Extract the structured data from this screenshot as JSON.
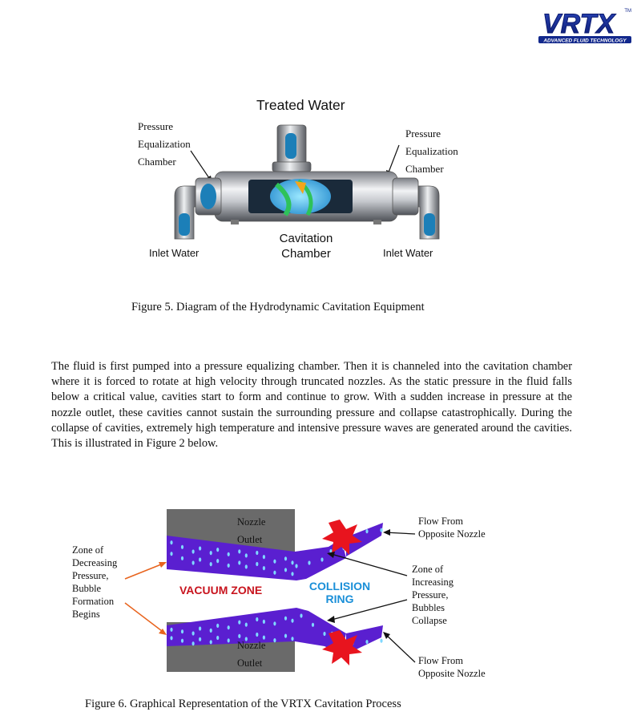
{
  "logo": {
    "brand": "VRTX",
    "tagline": "ADVANCED FLUID TECHNOLOGY",
    "tm": "TM"
  },
  "figure5": {
    "title": "Treated Water",
    "pressure_left": [
      "Pressure",
      "Equalization",
      "Chamber"
    ],
    "pressure_right": [
      "Pressure",
      "Equalization",
      "Chamber"
    ],
    "inlet_left": "Inlet Water",
    "inlet_right": "Inlet Water",
    "cavitation": [
      "Cavitation",
      "Chamber"
    ],
    "caption": "Figure 5.  Diagram of the Hydrodynamic Cavitation Equipment"
  },
  "paragraph": "The fluid is first pumped into a pressure equalizing chamber.  Then it is channeled into the cavitation chamber where it is forced to rotate at high velocity through truncated nozzles.  As the static pressure in the fluid falls below a critical value, cavities start to form and continue to grow. With a sudden increase in pressure at the nozzle outlet, these cavities cannot sustain the surrounding pressure and collapse catastrophically. During the collapse of cavities, extremely high temperature and intensive pressure waves are generated around the cavities.  This is illustrated in Figure 2 below.",
  "figure6": {
    "nozzle_top": [
      "Nozzle",
      "Outlet"
    ],
    "nozzle_bottom": [
      "Nozzle",
      "Outlet"
    ],
    "vacuum_zone": "VACUUM ZONE",
    "collision_ring": [
      "COLLISION",
      "RING"
    ],
    "zone_decreasing": [
      "Zone of",
      "Decreasing",
      "Pressure,",
      "Bubble",
      "Formation",
      "Begins"
    ],
    "zone_increasing": [
      "Zone of",
      "Increasing",
      "Pressure,",
      "Bubbles",
      "Collapse"
    ],
    "flow_top": [
      "Flow From",
      "Opposite Nozzle"
    ],
    "flow_bottom": [
      "Flow From",
      "Opposite Nozzle"
    ],
    "caption": "Figure 6.  Graphical Representation of the VRTX Cavitation Process"
  },
  "colors": {
    "logo_blue": "#12288c",
    "purple": "#5a1fd0",
    "bubble": "#7fd8ff",
    "gray": "#6a6a6a",
    "vacuum_red": "#c8141e",
    "ring_blue": "#1a8fd8",
    "burst_red": "#e8141e"
  }
}
